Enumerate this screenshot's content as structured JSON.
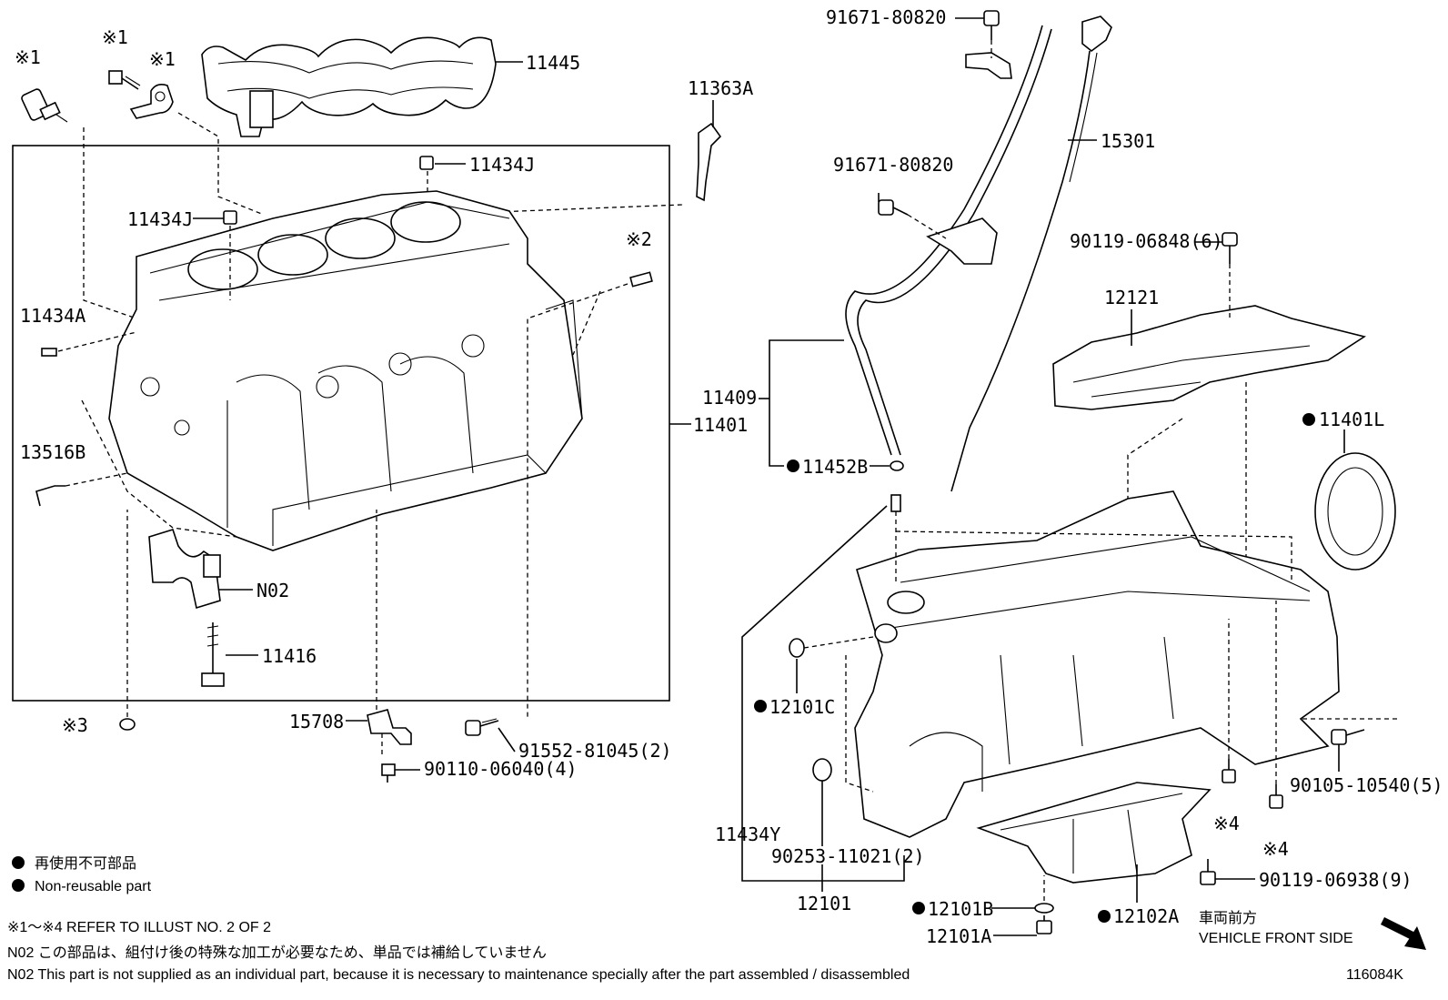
{
  "parts": {
    "p11445": "11445",
    "p11363A": "11363A",
    "p11434J_top": "11434J",
    "p11434J_left": "11434J",
    "p11434A": "11434A",
    "p13516B": "13516B",
    "pN02": "N02",
    "p11416": "11416",
    "p11401": "11401",
    "p15708": "15708",
    "p91552": "91552-81045(2)",
    "p90110": "90110-06040(4)",
    "p91671_top": "91671-80820",
    "p91671_mid": "91671-80820",
    "p15301": "15301",
    "p90119_06848": "90119-06848(6)",
    "p12121": "12121",
    "p11409": "11409",
    "p11452B": "11452B",
    "p11401L": "11401L",
    "p12101C": "12101C",
    "p11434Y": "11434Y",
    "p90253": "90253-11021(2)",
    "p12101": "12101",
    "p12101B": "12101B",
    "p12101A": "12101A",
    "p12102A": "12102A",
    "p90105": "90105-10540(5)",
    "p90119_06938": "90119-06938(9)"
  },
  "refs": {
    "r1a": "※1",
    "r1b": "※1",
    "r1c": "※1",
    "r2": "※2",
    "r3": "※3",
    "r4a": "※4",
    "r4b": "※4"
  },
  "legend": {
    "jp": "再使用不可部品",
    "en": "Non-reusable part"
  },
  "notes": {
    "refer": "※1〜※4  REFER TO ILLUST NO. 2 OF 2",
    "n02_jp": "N02  この部品は、組付け後の特殊な加工が必要なため、単品では補給していません",
    "n02_en": "N02  This part is not supplied as an individual part, because it is necessary to maintenance specially after the part assembled / disassembled"
  },
  "direction": {
    "jp": "車両前方",
    "en": "VEHICLE FRONT SIDE"
  },
  "illustration_id": "116084K"
}
